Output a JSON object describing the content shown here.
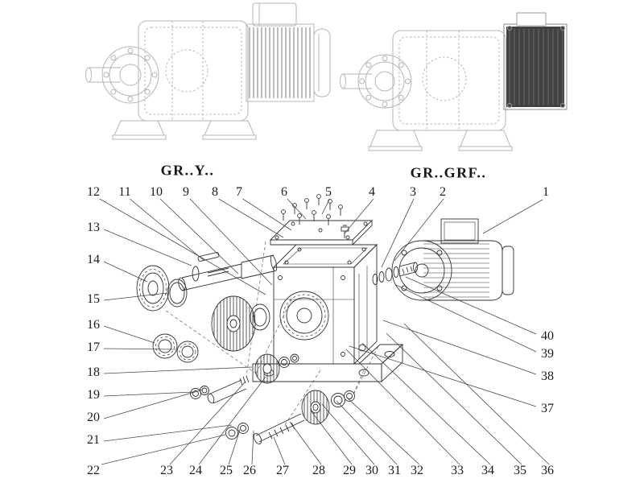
{
  "diagram": {
    "type": "exploded-parts-diagram",
    "subject": "helical gearmotor exploded view with numbered parts"
  },
  "variants": [
    {
      "label": "GR..Y.."
    },
    {
      "label": "GR..GRF.."
    }
  ],
  "callouts": {
    "top": [
      "12",
      "11",
      "10",
      "9",
      "8",
      "7",
      "6",
      "5",
      "4",
      "3",
      "2",
      "1"
    ],
    "left": [
      "13",
      "14",
      "15",
      "16",
      "17",
      "18",
      "19",
      "20",
      "21"
    ],
    "bottom": [
      "22",
      "23",
      "24",
      "25",
      "26",
      "27",
      "28",
      "29",
      "30",
      "31",
      "32",
      "33",
      "34",
      "35",
      "36"
    ],
    "right": [
      "40",
      "39",
      "38",
      "37"
    ]
  },
  "colors": {
    "ink": "#2f2f2f",
    "ghost_line": "#b5b5b5",
    "leader_line": "#4a4a4a",
    "motor_block": "#424242",
    "background": "#ffffff"
  }
}
